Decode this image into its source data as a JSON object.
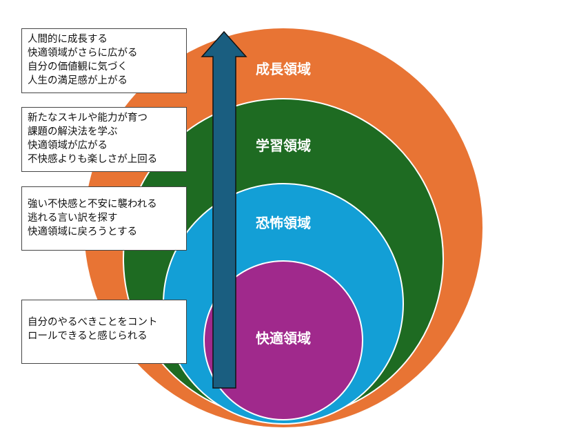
{
  "colors": {
    "growth": "#e87434",
    "learning": "#1e6b22",
    "fear": "#139fd6",
    "comfort": "#a0298c",
    "arrow": "#1a5e80",
    "ring_stroke": "#ffffff"
  },
  "zones": {
    "growth": "成長領域",
    "learning": "学習領域",
    "fear": "恐怖領域",
    "comfort": "快適領域"
  },
  "notes": {
    "growth": [
      "人間的に成長する",
      "快適領域がさらに広がる",
      "自分の価値観に気づく",
      "人生の満足感が上がる"
    ],
    "learning": [
      "新たなスキルや能力が育つ",
      "課題の解決法を学ぶ",
      "快適領域が広がる",
      "不快感よりも楽しさが上回る"
    ],
    "fear": [
      "強い不快感と不安に襲われる",
      "逃れる言い訳を探す",
      "快適領域に戻ろうとする"
    ],
    "comfort": [
      "自分のやるべきことをコント",
      "ロールできると感じられる"
    ]
  }
}
